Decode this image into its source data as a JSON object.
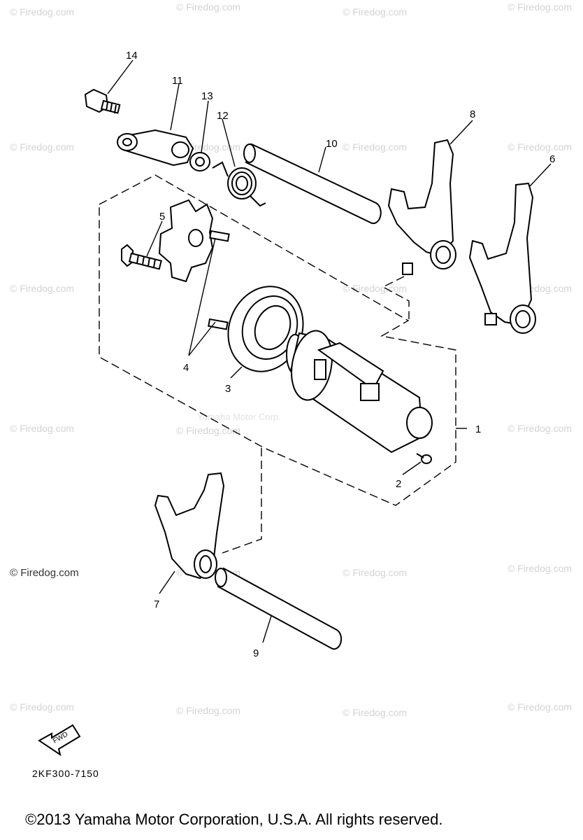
{
  "watermark_text": "© Firedog.com",
  "center_watermark": "Yamaha Motor Corp.",
  "corner_watermark": "© Firedog.com",
  "part_code": "2KF300-7150",
  "fwd_label": "FWD",
  "copyright": "©2013 Yamaha Motor Corporation, U.S.A. All rights reserved.",
  "callouts": {
    "c1": "1",
    "c2": "2",
    "c3": "3",
    "c4": "4",
    "c5": "5",
    "c6": "6",
    "c7": "7",
    "c8": "8",
    "c9": "9",
    "c10": "10",
    "c11": "11",
    "c12": "12",
    "c13": "13",
    "c14": "14"
  }
}
